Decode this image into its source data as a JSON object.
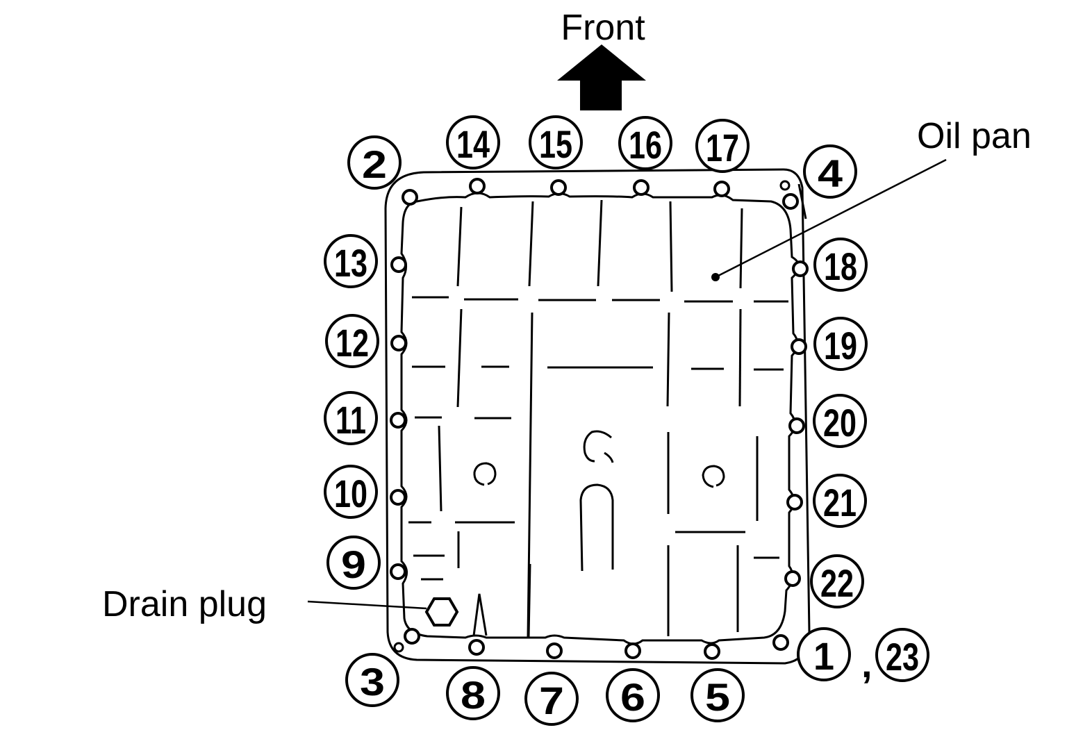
{
  "labels": {
    "front": "Front",
    "oil_pan": "Oil pan",
    "drain_plug": "Drain plug",
    "separator": ","
  },
  "bolts": {
    "b1": "1",
    "b2": "2",
    "b3": "3",
    "b4": "4",
    "b5": "5",
    "b6": "6",
    "b7": "7",
    "b8": "8",
    "b9": "9",
    "b10": "10",
    "b11": "11",
    "b12": "12",
    "b13": "13",
    "b14": "14",
    "b15": "15",
    "b16": "16",
    "b17": "17",
    "b18": "18",
    "b19": "19",
    "b20": "20",
    "b21": "21",
    "b22": "22",
    "b23": "23"
  },
  "colors": {
    "ink": "#000000",
    "background": "#ffffff"
  }
}
